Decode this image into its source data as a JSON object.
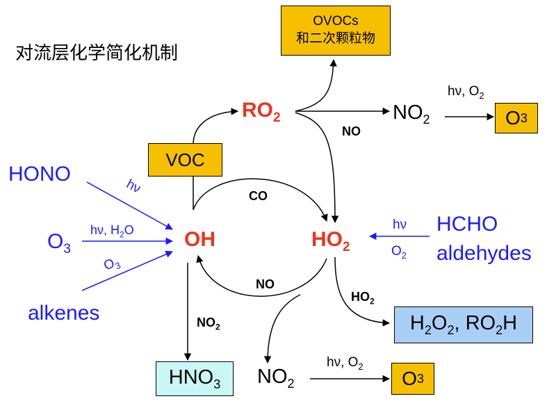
{
  "title": "对流层化学简化机制",
  "boxes": {
    "ovocs_line1": "OVOCs",
    "ovocs_line2": "和二次颗粒物",
    "o3_top": "O",
    "o3_top_sub": "3",
    "voc": "VOC",
    "h2o2_a": "H",
    "h2o2_b": "2",
    "h2o2_c": "O",
    "h2o2_d": "2",
    "h2o2_e": ", RO",
    "h2o2_f": "2",
    "h2o2_g": "H",
    "hno3_a": "HNO",
    "hno3_b": "3",
    "o3_bottom": "O",
    "o3_bottom_sub": "3"
  },
  "species": {
    "ro2": "RO",
    "ro2_sub": "2",
    "oh": "OH",
    "ho2": "HO",
    "ho2_sub": "2",
    "no2_top": "NO",
    "no2_top_sub": "2",
    "no2_bottom": "NO",
    "no2_bottom_sub": "2"
  },
  "sources": {
    "hono": "HONO",
    "o3": "O",
    "o3_sub": "3",
    "alkenes": "alkenes",
    "hcho": "HCHO",
    "aldehydes": "aldehydes"
  },
  "labels": {
    "hv_hono": "hν",
    "hv_h2o_a": "hν, H",
    "hv_h2o_b": "2",
    "hv_h2o_c": "O",
    "o3_label": "O",
    "o3_label_sub": "3",
    "hv_hcho": "hν",
    "o2_hcho": "O",
    "o2_hcho_sub": "2",
    "hv_o2_top_a": "hν, O",
    "hv_o2_top_b": "2",
    "hv_o2_bot_a": "hν, O",
    "hv_o2_bot_b": "2",
    "no_ro2": "NO",
    "co": "CO",
    "no_cycle": "NO",
    "no2_hno3": "NO",
    "no2_hno3_sub": "2",
    "ho2_label": "HO",
    "ho2_label_sub": "2"
  },
  "colors": {
    "orange_box": "#f6c000",
    "blue_box": "#a9cff7",
    "cyan_box": "#c9f7f6",
    "source_blue": "#1a1aff",
    "radical_red": "#e8361f"
  }
}
